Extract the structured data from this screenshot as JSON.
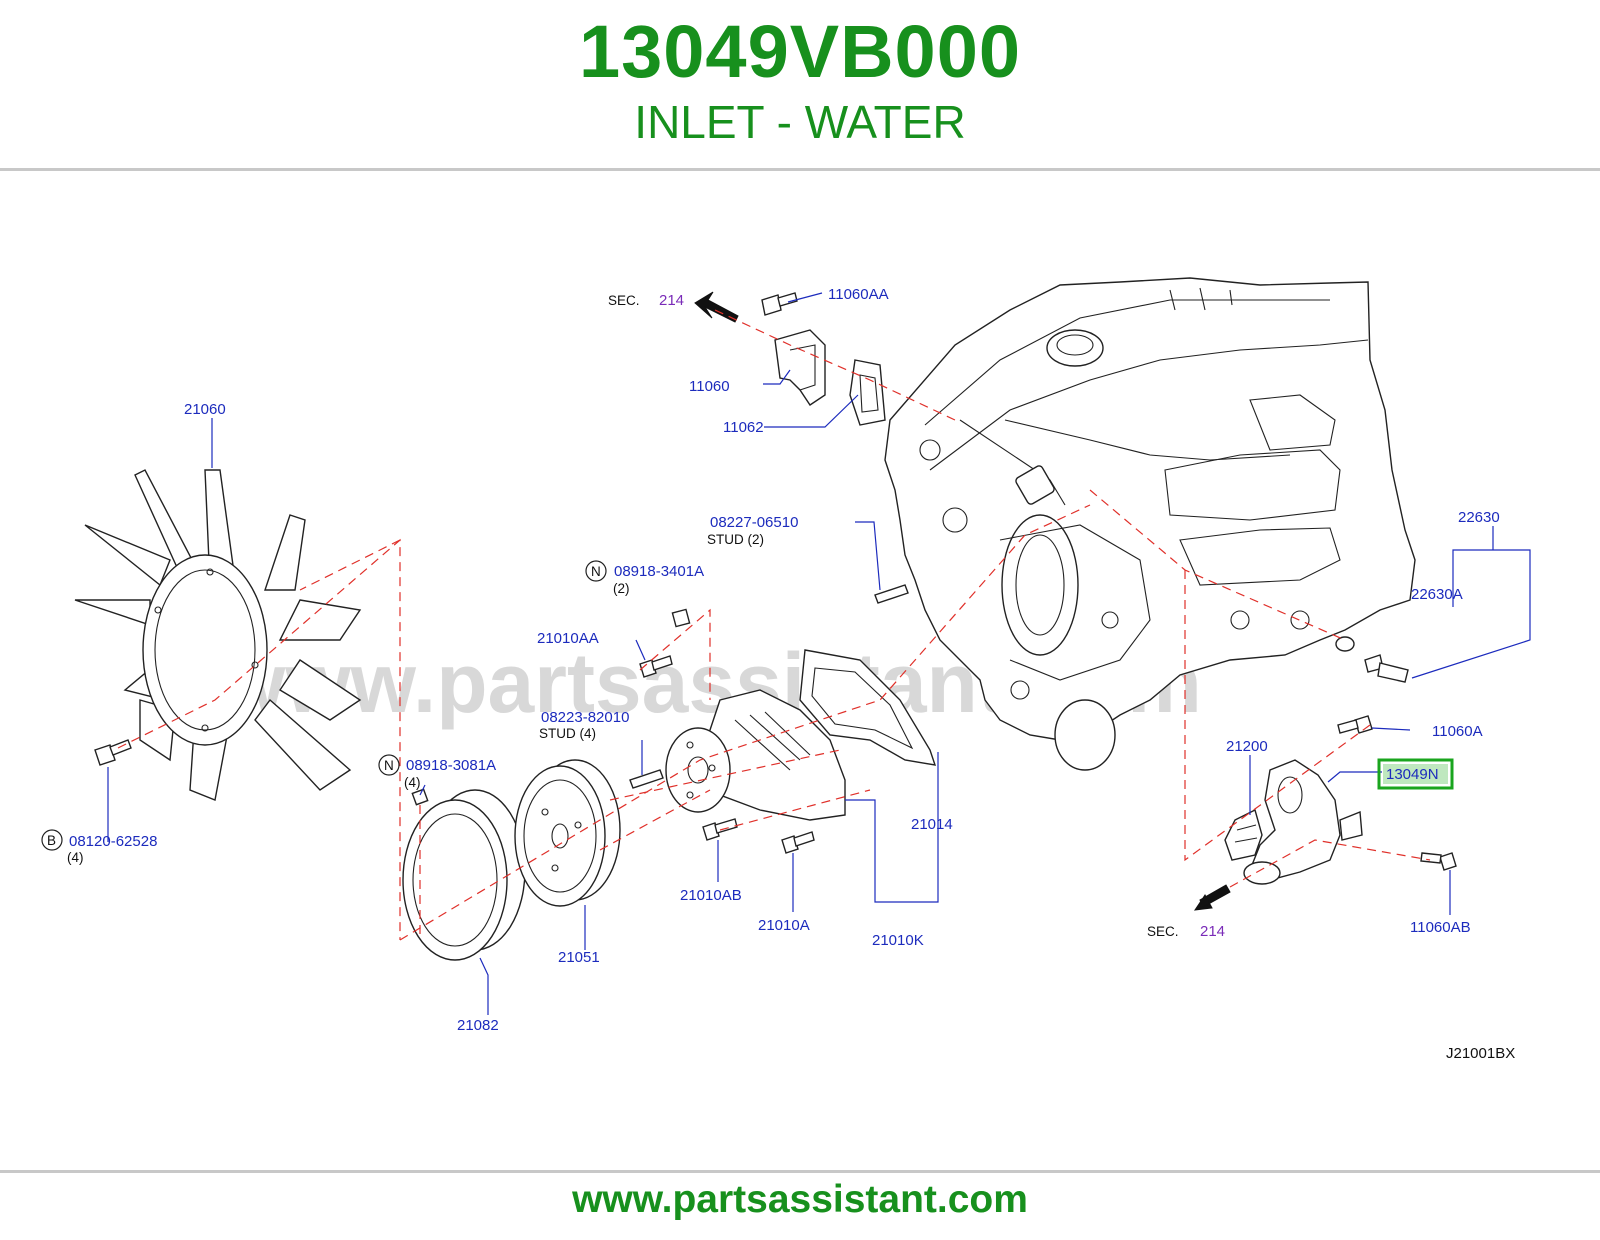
{
  "header": {
    "part_number": "13049VB000",
    "part_name": "INLET - WATER"
  },
  "diagram": {
    "watermark": "www.partsassistant.com",
    "diagram_code": "J21001BX",
    "highlight_color": "#1aa51e",
    "label_color": "#1c2bbd",
    "section_refs": [
      {
        "prefix": "SEC.",
        "number": "214"
      },
      {
        "prefix": "SEC.",
        "number": "214"
      }
    ],
    "callouts": {
      "p11060AA": "11060AA",
      "p11060": "11060",
      "p11062": "11062",
      "p21060": "21060",
      "p22630": "22630",
      "p22630A": "22630A",
      "p08227": "08227-06510",
      "p08227_note": "STUD    (2)",
      "p08918_3401": "08918-3401A",
      "p08918_3401_qty": "(2)",
      "p21010AA": "21010AA",
      "p08223": "08223-82010",
      "p08223_note": "STUD    (4)",
      "p08918_3081": "08918-3081A",
      "p08918_3081_qty": "(4)",
      "p08120": "08120-62528",
      "p08120_qty": "(4)",
      "p11060A": "11060A",
      "p21200": "21200",
      "p13049N": "13049N",
      "p21014": "21014",
      "p21010AB": "21010AB",
      "p21010A": "21010A",
      "p21010K": "21010K",
      "p21051": "21051",
      "p21082": "21082",
      "p11060AB": "11060AB"
    },
    "badges": {
      "n1": "N",
      "n2": "N",
      "b1": "B"
    }
  },
  "footer": {
    "url": "www.partsassistant.com"
  }
}
